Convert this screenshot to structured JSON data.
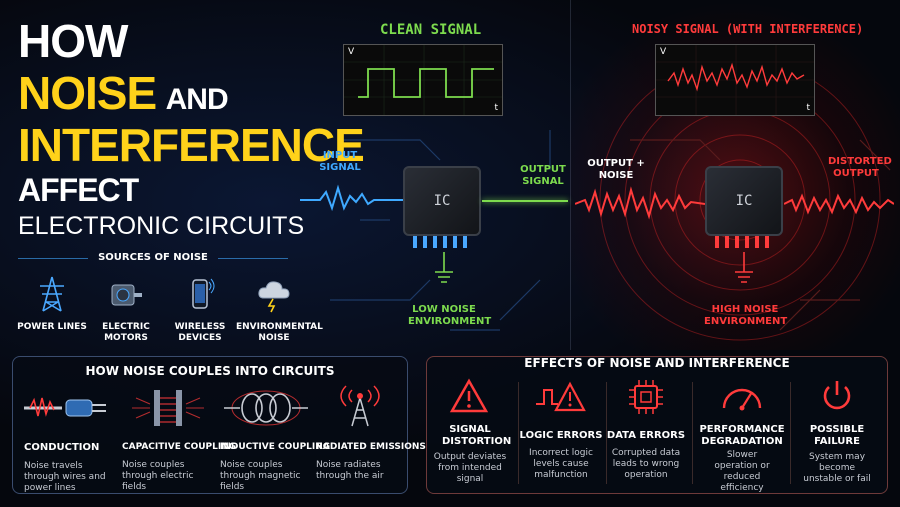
{
  "title": {
    "line1": "HOW",
    "line2a": "NOISE",
    "line2b": "AND",
    "line3": "INTERFERENCE",
    "line4": "AFFECT",
    "line5": "ELECTRONIC CIRCUITS"
  },
  "sources": {
    "heading": "SOURCES OF NOISE",
    "items": [
      {
        "label": "POWER LINES",
        "icon": "power-tower-icon"
      },
      {
        "label": "ELECTRIC MOTORS",
        "icon": "motor-icon"
      },
      {
        "label": "WIRELESS DEVICES",
        "icon": "phone-icon"
      },
      {
        "label": "ENVIRONMENTAL NOISE",
        "icon": "storm-cloud-icon"
      }
    ]
  },
  "clean": {
    "heading": "CLEAN SIGNAL",
    "axis_v": "V",
    "axis_t": "t",
    "input_label": "INPUT SIGNAL",
    "output_label": "OUTPUT SIGNAL",
    "chip_label": "IC",
    "env_label": "LOW NOISE ENVIRONMENT",
    "color": "#7ddb4e"
  },
  "noisy": {
    "heading": "NOISY SIGNAL (WITH INTERFERENCE)",
    "axis_v": "V",
    "axis_t": "t",
    "input_label": "OUTPUT + NOISE",
    "output_label": "DISTORTED OUTPUT",
    "chip_label": "IC",
    "env_label": "HIGH NOISE ENVIRONMENT",
    "color": "#ff3b3b"
  },
  "coupling": {
    "heading": "HOW NOISE COUPLES INTO CIRCUITS",
    "items": [
      {
        "title": "CONDUCTION",
        "desc": "Noise travels through wires and power lines"
      },
      {
        "title": "CAPACITIVE COUPLING",
        "desc": "Noise couples through electric fields"
      },
      {
        "title": "INDUCTIVE COUPLING",
        "desc": "Noise couples through magnetic fields"
      },
      {
        "title": "RADIATED EMISSIONS",
        "desc": "Noise radiates through the air"
      }
    ]
  },
  "effects": {
    "heading": "EFFECTS OF NOISE AND INTERFERENCE",
    "items": [
      {
        "title": "SIGNAL DISTORTION",
        "desc": "Output deviates from intended signal"
      },
      {
        "title": "LOGIC ERRORS",
        "desc": "Incorrect logic levels cause malfunction"
      },
      {
        "title": "DATA ERRORS",
        "desc": "Corrupted data leads to wrong operation"
      },
      {
        "title": "PERFORMANCE DEGRADATION",
        "desc": "Slower operation or reduced efficiency"
      },
      {
        "title": "POSSIBLE FAILURE",
        "desc": "System may become unstable or fail"
      }
    ]
  },
  "colors": {
    "yellow": "#ffd21a",
    "blue": "#3fa9ff",
    "red": "#ff3b3b",
    "green": "#7ddb4e"
  }
}
